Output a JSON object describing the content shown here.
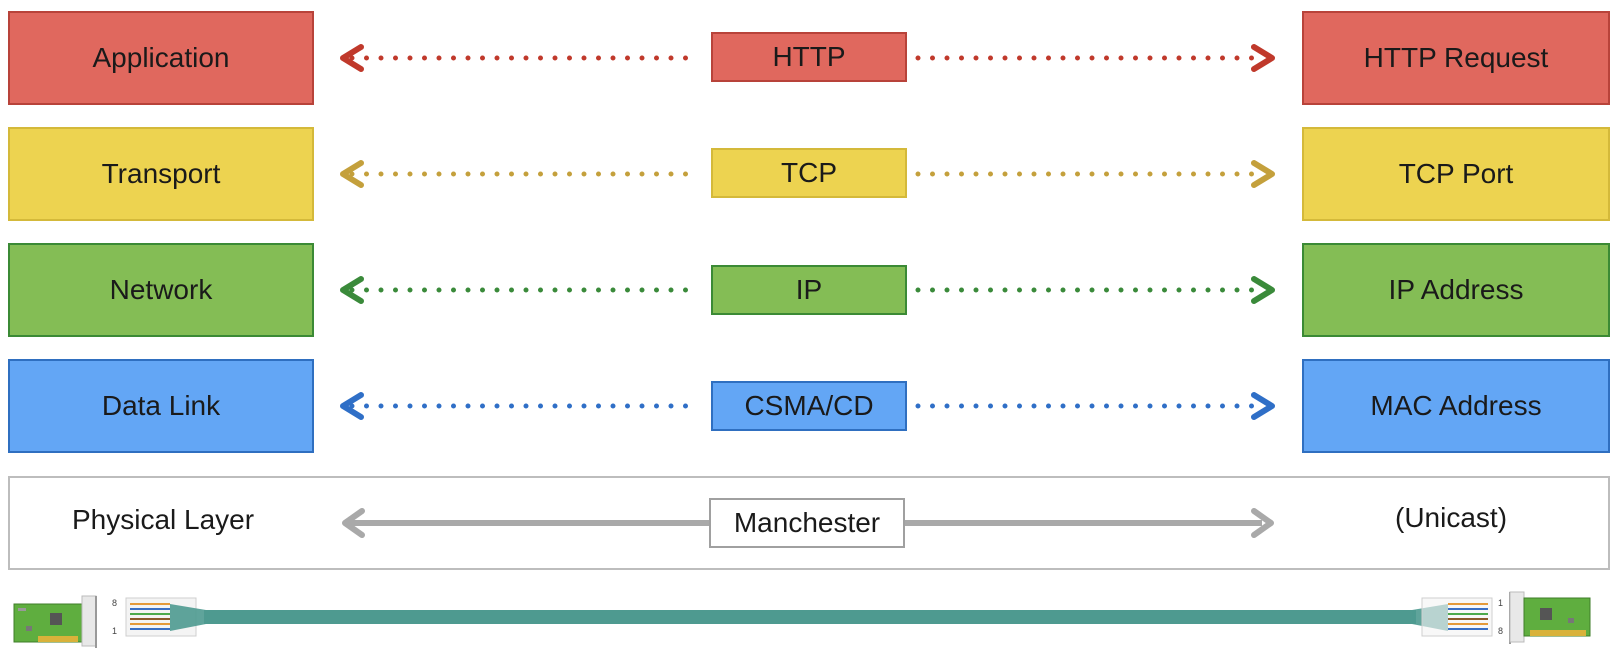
{
  "layers": [
    {
      "layer": "Application",
      "protocol": "HTTP",
      "address": "HTTP Request",
      "fill": "#e0685e",
      "border": "#b8433a",
      "arrow": "#c0392b"
    },
    {
      "layer": "Transport",
      "protocol": "TCP",
      "address": "TCP Port",
      "fill": "#edd350",
      "border": "#d4b93a",
      "arrow": "#c4a03c"
    },
    {
      "layer": "Network",
      "protocol": "IP",
      "address": "IP Address",
      "fill": "#84bd55",
      "border": "#3b8a35",
      "arrow": "#3a8a3a"
    },
    {
      "layer": "Data Link",
      "protocol": "CSMA/CD",
      "address": "MAC Address",
      "fill": "#63a6f5",
      "border": "#2f6fc0",
      "arrow": "#2f6fc7"
    }
  ],
  "physical": {
    "layer": "Physical Layer",
    "protocol": "Manchester",
    "address": "(Unicast)",
    "arrow": "#a9a9a9"
  },
  "cable": {
    "color": "#4e9a90",
    "left_pins": {
      "top": "8",
      "bottom": "1"
    },
    "right_pins": {
      "top": "1",
      "bottom": "8"
    }
  }
}
